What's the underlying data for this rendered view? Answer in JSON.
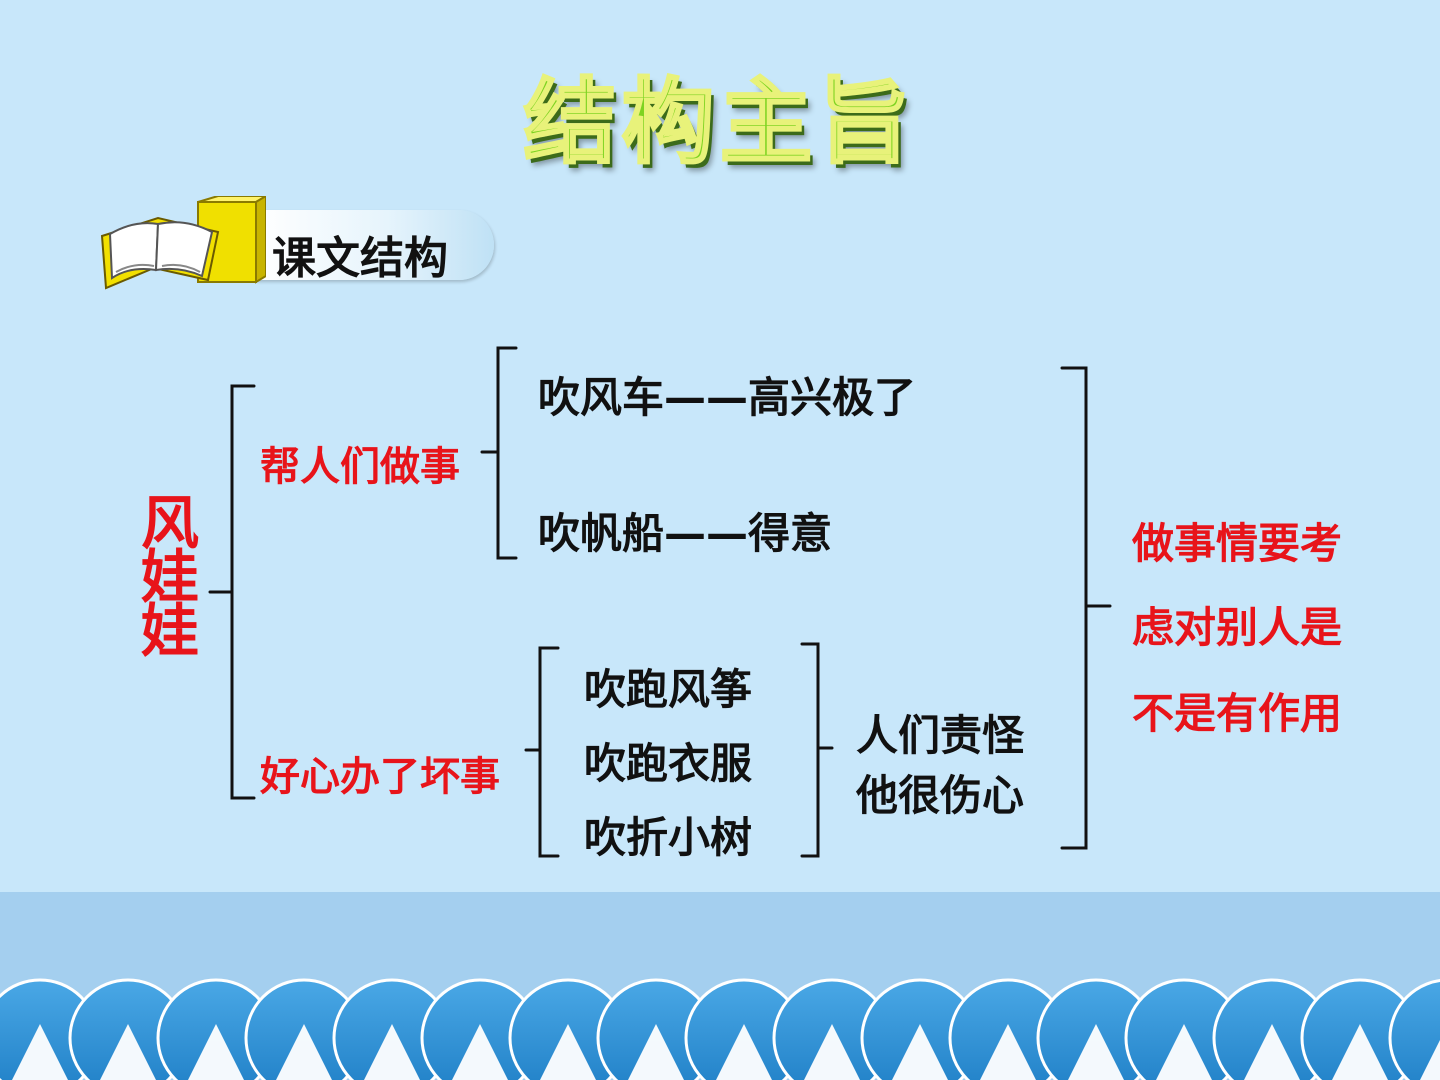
{
  "slide": {
    "title": "结构主旨",
    "section_label": "课文结构"
  },
  "diagram": {
    "root": "风娃娃",
    "branches": [
      {
        "label": "帮人们做事",
        "items": [
          "吹风车——高兴极了",
          "吹帆船——得意"
        ]
      },
      {
        "label": "好心办了坏事",
        "items": [
          "吹跑风筝",
          "吹跑衣服",
          "吹折小树"
        ],
        "result": [
          "人们责怪",
          "他很伤心"
        ]
      }
    ],
    "conclusion": [
      "做事情要考",
      "虑对别人是",
      "不是有作用"
    ]
  },
  "colors": {
    "background": "#c8e7fa",
    "accent_red": "#e8141a",
    "title_green": "#7ed321",
    "wave_blue": "#2a8dd0"
  },
  "icons": {
    "book": "open-book-icon"
  }
}
